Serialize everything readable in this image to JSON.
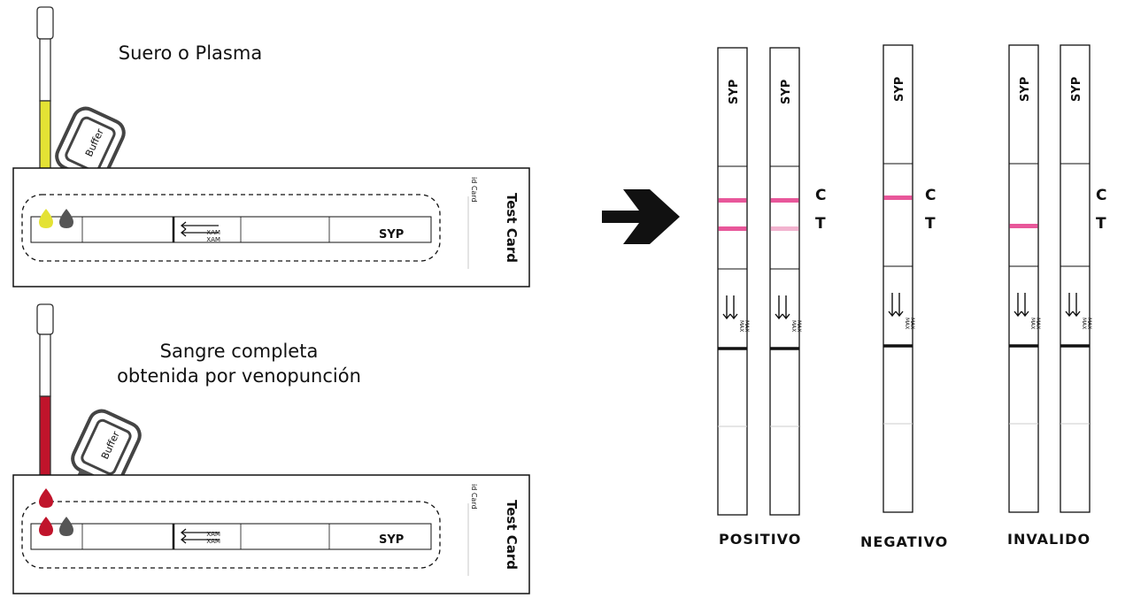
{
  "sample_labels": {
    "serum": "Suero o Plasma",
    "whole_blood_line1": "Sangre completa",
    "whole_blood_line2": "obtenida por venopunción"
  },
  "buffer_label": "Buffer",
  "card": {
    "title": "Test Card",
    "id_label": "id Card",
    "strip_label": "SYP",
    "max_label": "MAX"
  },
  "strip": {
    "top_label": "SYP",
    "max_label": "MAX",
    "control_label": "C",
    "test_label": "T"
  },
  "results": {
    "positive": "POSITIVO",
    "negative": "NEGATIVO",
    "invalid": "INVALIDO"
  },
  "colors": {
    "line_pink": "#e8579a",
    "line_pink_faint": "#f2b3cf",
    "serum_yellow": "#e4e234",
    "blood_red": "#c0142b",
    "buffer_gray": "#555555"
  }
}
